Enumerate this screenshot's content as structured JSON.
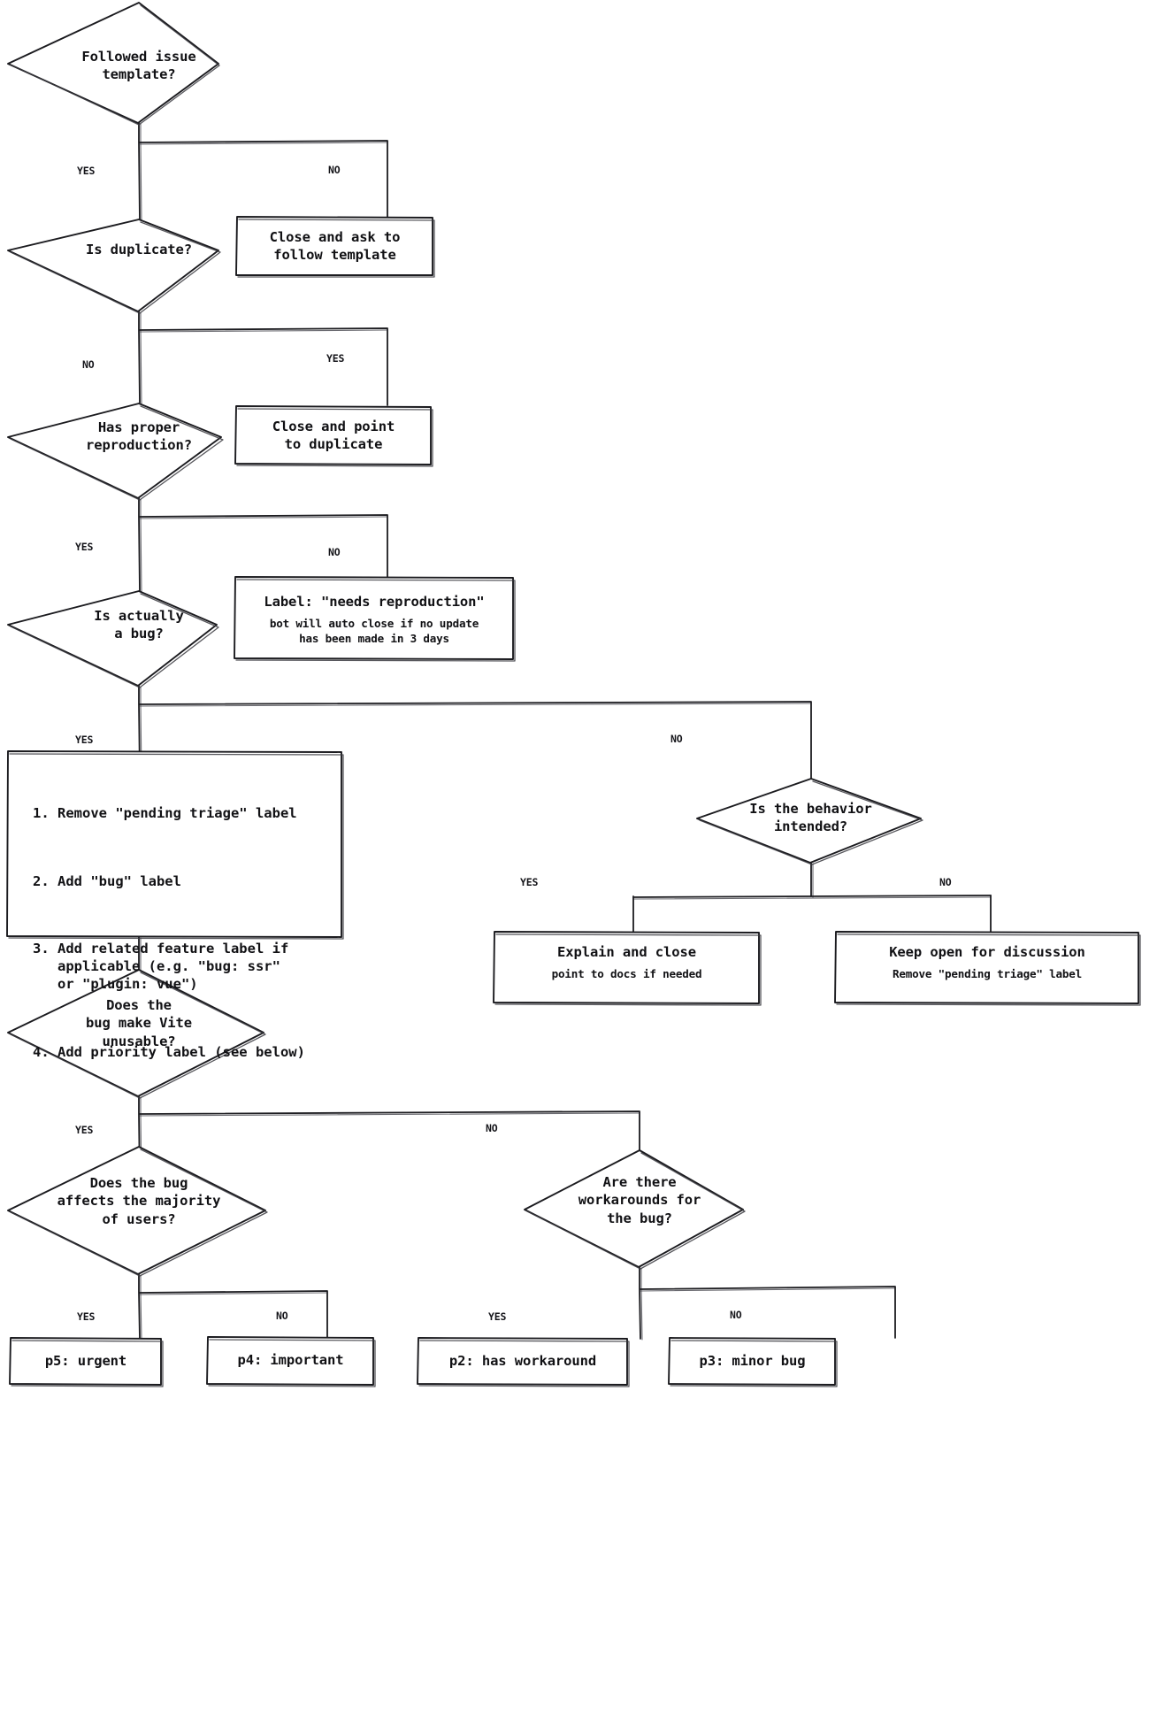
{
  "diagram": {
    "title": "Vite issue triage flowchart",
    "style": "hand-drawn flowchart, black strokes on white background",
    "stroke_color": "#1b1b1f",
    "background_color": "#ffffff"
  },
  "nodes": {
    "followed_template": {
      "type": "decision",
      "text": "Followed issue\ntemplate?"
    },
    "close_follow_template": {
      "type": "process",
      "text": "Close and ask to\nfollow template"
    },
    "is_duplicate": {
      "type": "decision",
      "text": "Is duplicate?"
    },
    "close_point_duplicate": {
      "type": "process",
      "text": "Close and point\nto duplicate"
    },
    "has_reproduction": {
      "type": "decision",
      "text": "Has proper\nreproduction?"
    },
    "label_needs_repro": {
      "type": "process",
      "text": "Label: \"needs reproduction\"",
      "subtext": "bot will auto close if no update\nhas been made in 3 days"
    },
    "is_actually_bug": {
      "type": "decision",
      "text": "Is actually\na bug?"
    },
    "triage_steps": {
      "type": "process-list",
      "items": [
        "1. Remove \"pending triage\" label",
        "2. Add \"bug\" label",
        "3. Add related feature label if\n   applicable (e.g. \"bug: ssr\"\n   or \"plugin: vue\")",
        "4. Add priority label (see below)"
      ]
    },
    "behavior_intended": {
      "type": "decision",
      "text": "Is the behavior\nintended?"
    },
    "explain_and_close": {
      "type": "process",
      "text": "Explain and close",
      "subtext": "point to docs if needed"
    },
    "keep_open": {
      "type": "process",
      "text": "Keep open for discussion",
      "subtext": "Remove \"pending triage\" label"
    },
    "vite_unusable": {
      "type": "decision",
      "text": "Does the\nbug make Vite\nunusable?"
    },
    "affects_majority": {
      "type": "decision",
      "text": "Does the bug\naffects the majority\nof users?"
    },
    "has_workarounds": {
      "type": "decision",
      "text": "Are there\nworkarounds for\nthe bug?"
    },
    "p5_urgent": {
      "type": "process",
      "text": "p5: urgent"
    },
    "p4_important": {
      "type": "process",
      "text": "p4: important"
    },
    "p2_has_workaround": {
      "type": "process",
      "text": "p2: has workaround"
    },
    "p3_minor_bug": {
      "type": "process",
      "text": "p3: minor bug"
    }
  },
  "edge_labels": {
    "template_yes": "YES",
    "template_no": "NO",
    "duplicate_no": "NO",
    "duplicate_yes": "YES",
    "repro_yes": "YES",
    "repro_no": "NO",
    "bug_yes": "YES",
    "bug_no": "NO",
    "intended_yes": "YES",
    "intended_no": "NO",
    "unusable_yes": "YES",
    "unusable_no": "NO",
    "majority_yes": "YES",
    "majority_no": "NO",
    "workaround_yes": "YES",
    "workaround_no": "NO"
  }
}
